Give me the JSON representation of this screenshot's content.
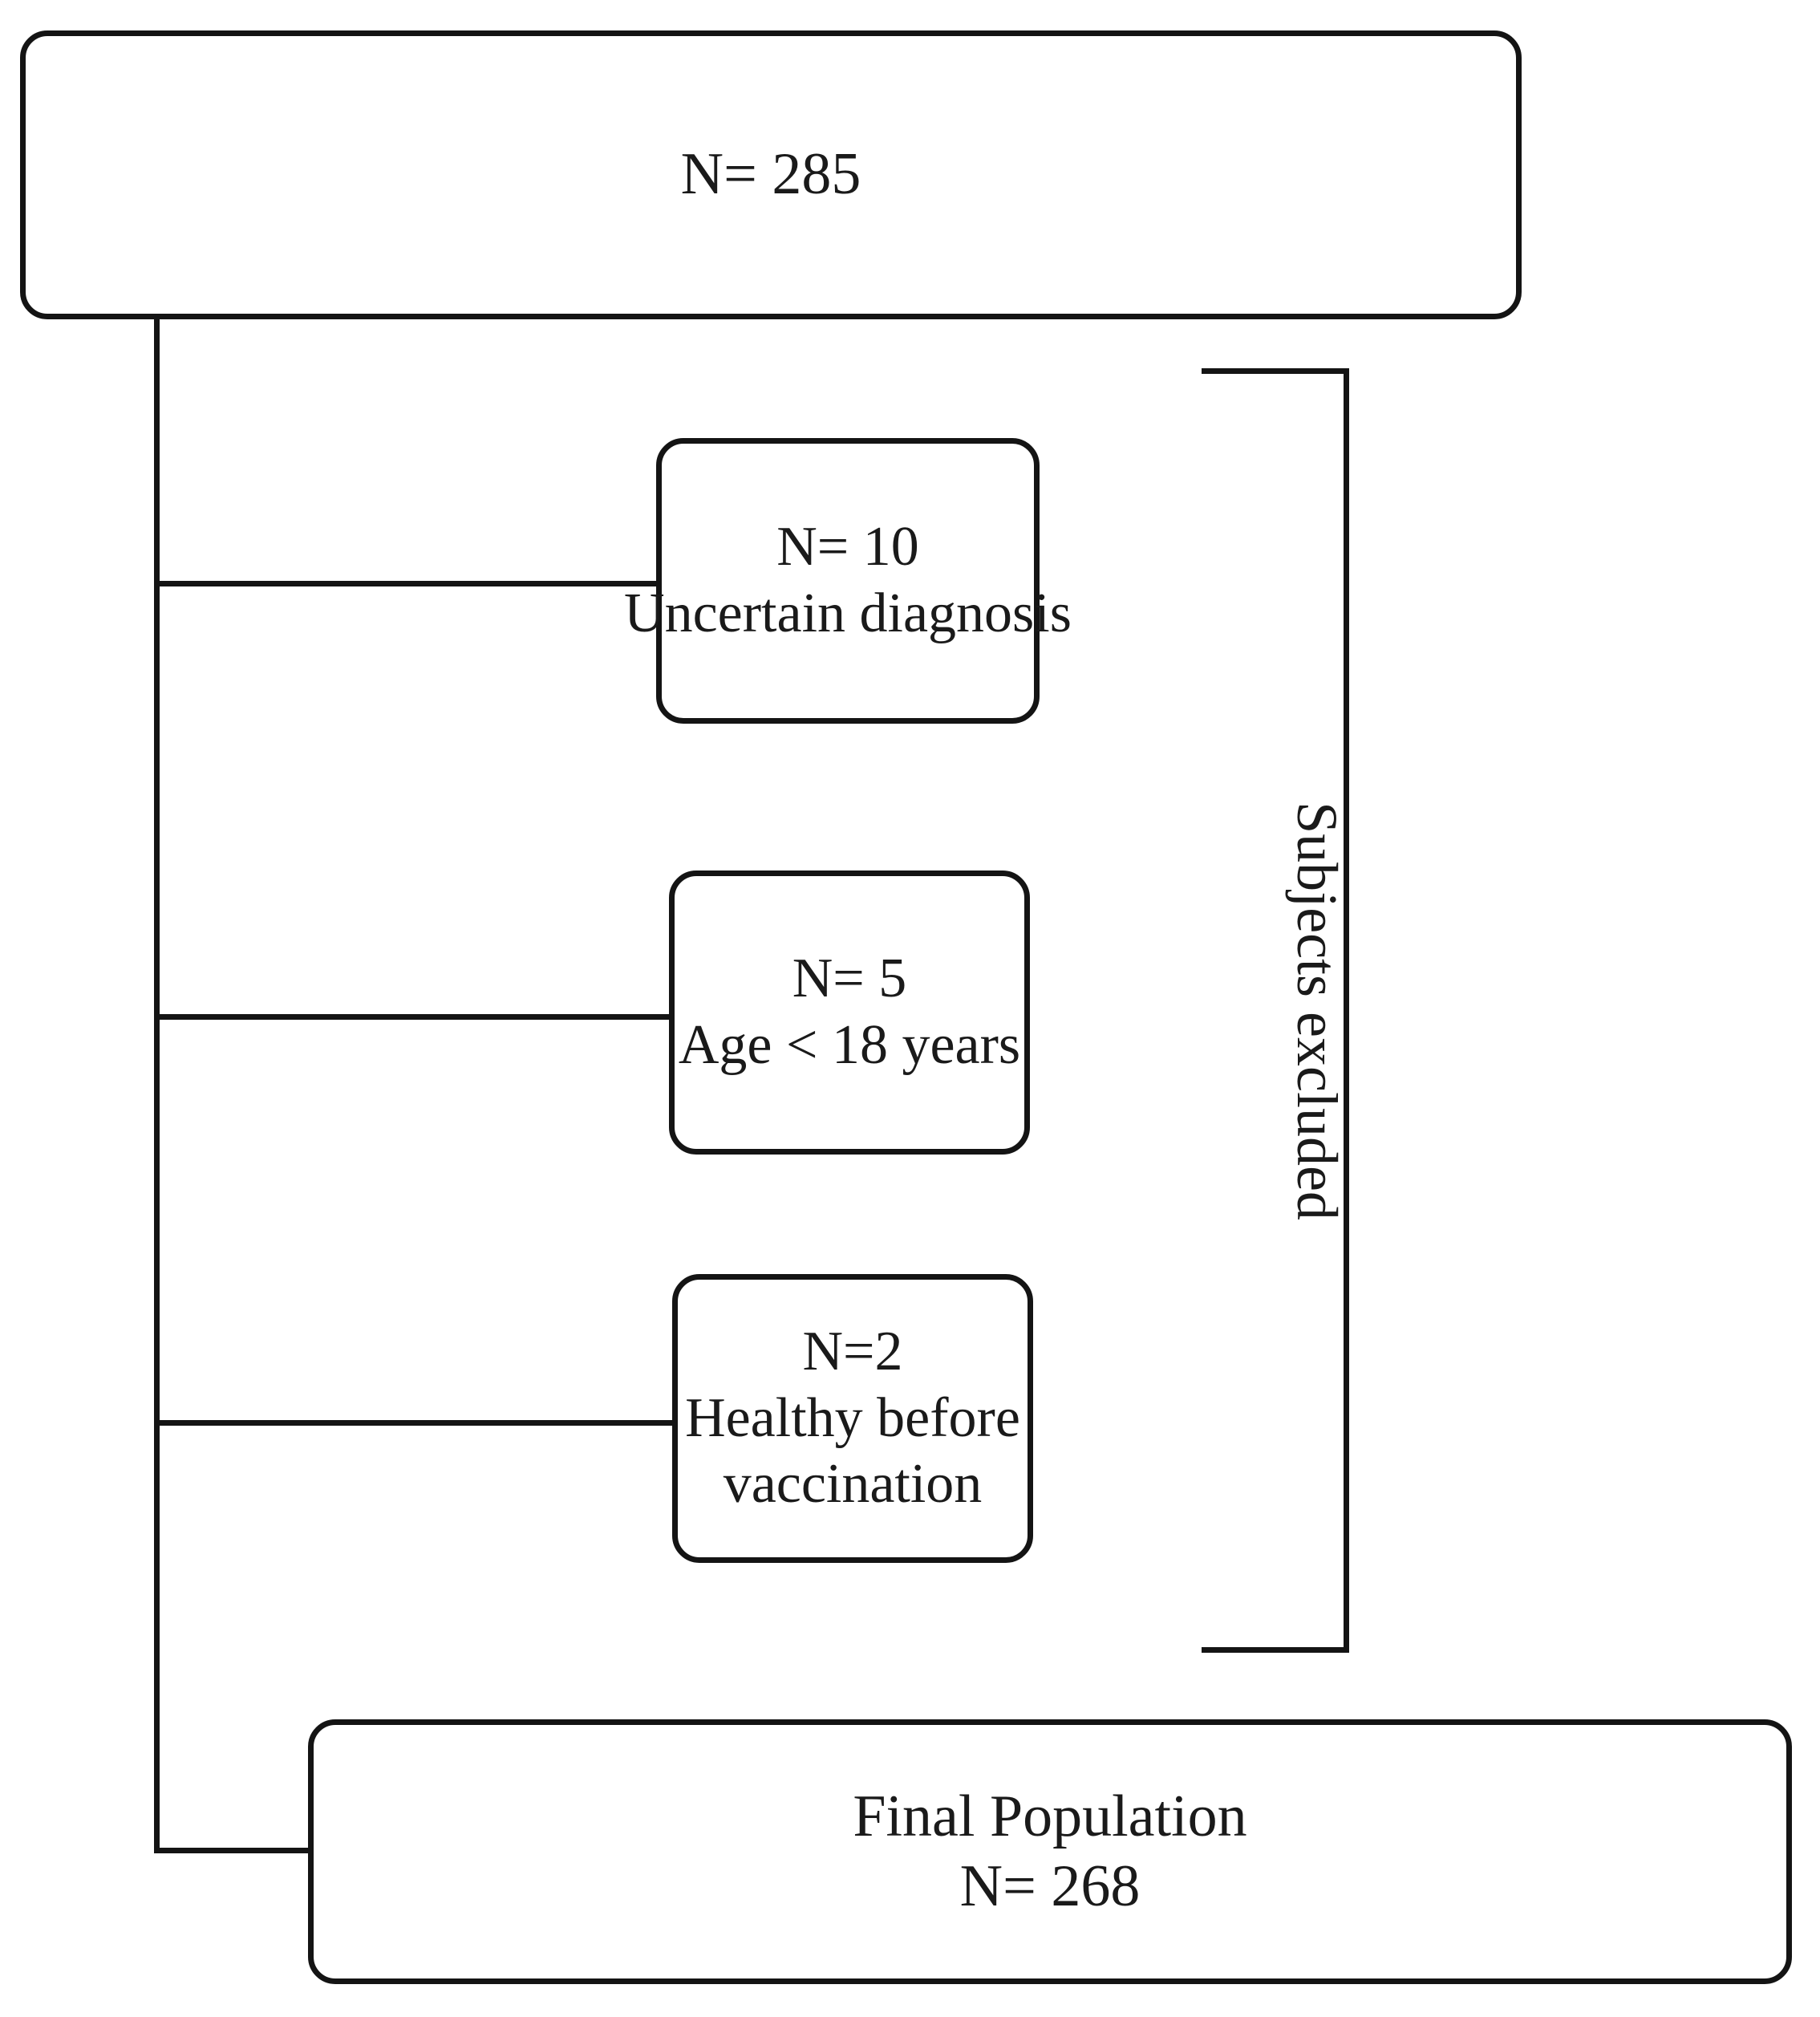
{
  "figure": {
    "type": "flowchart",
    "orientation": "vertical",
    "style": {
      "stroke_color": "#141414",
      "fill_color": "#ffffff",
      "background": "#ffffff",
      "box_corner": "rounded"
    }
  },
  "nodes": {
    "enrolled": {
      "id": "enrolled",
      "lines": [
        "N= 285"
      ],
      "n_label": "N= 285",
      "count": 285
    },
    "excluded_1": {
      "id": "excluded-uncertain-diagnosis",
      "lines": [
        "N= 10",
        "Uncertain diagnosis"
      ],
      "n_label": "N= 10",
      "reason": "Uncertain diagnosis",
      "count": 10
    },
    "excluded_2": {
      "id": "excluded-age-under-18",
      "lines": [
        "N= 5",
        "Age < 18 years"
      ],
      "n_label": "N= 5",
      "reason": "Age < 18 years",
      "count": 5
    },
    "excluded_3": {
      "id": "excluded-healthy-before-vaccination",
      "lines": [
        "N=2",
        "Healthy before",
        "vaccination"
      ],
      "n_label": "N=2",
      "reason_line_1": "Healthy before",
      "reason_line_2": "vaccination",
      "count": 2
    },
    "final": {
      "id": "final-population",
      "lines": [
        "Final Population",
        "N= 268"
      ],
      "title": "Final Population",
      "n_label": "N= 268",
      "count": 268
    }
  },
  "annotations": {
    "bracket_label": "Subjects excluded"
  }
}
